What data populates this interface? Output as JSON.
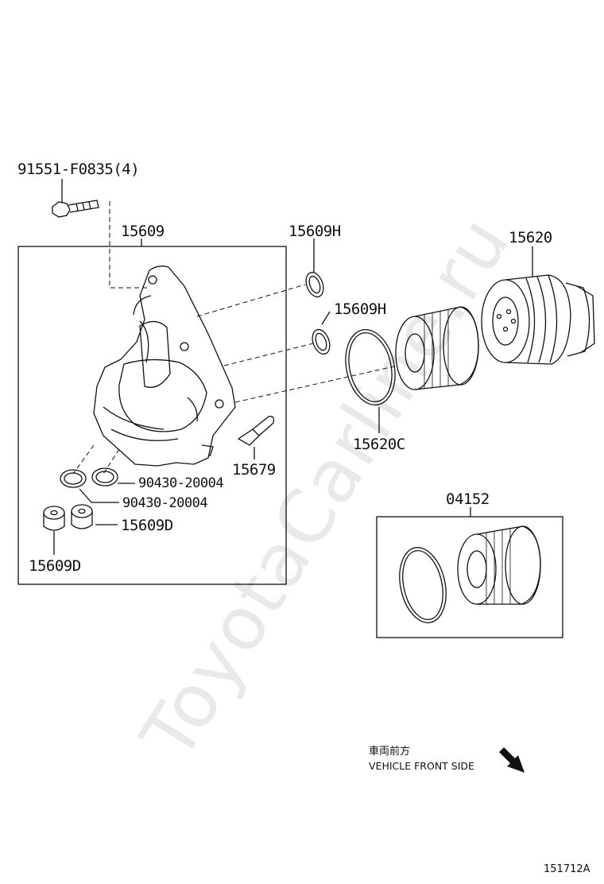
{
  "watermark": "ToyotaCarline.ru",
  "callouts": {
    "bolt": "91551-F0835(4)",
    "housing": "15609",
    "gasket_top": "15609H",
    "gasket_mid": "15609H",
    "cap": "15620",
    "oring_large": "15620C",
    "valve": "15679",
    "seal_upper": "90430-20004",
    "seal_lower": "90430-20004",
    "plug_right": "15609D",
    "plug_left": "15609D",
    "kit": "04152"
  },
  "direction": {
    "japanese": "車両前方",
    "english": "VEHICLE FRONT SIDE",
    "arrow_icon": "arrow-down-right-icon"
  },
  "figure_id": "151712A",
  "colors": {
    "line": "#111111",
    "watermark": "#e9e9e9"
  }
}
